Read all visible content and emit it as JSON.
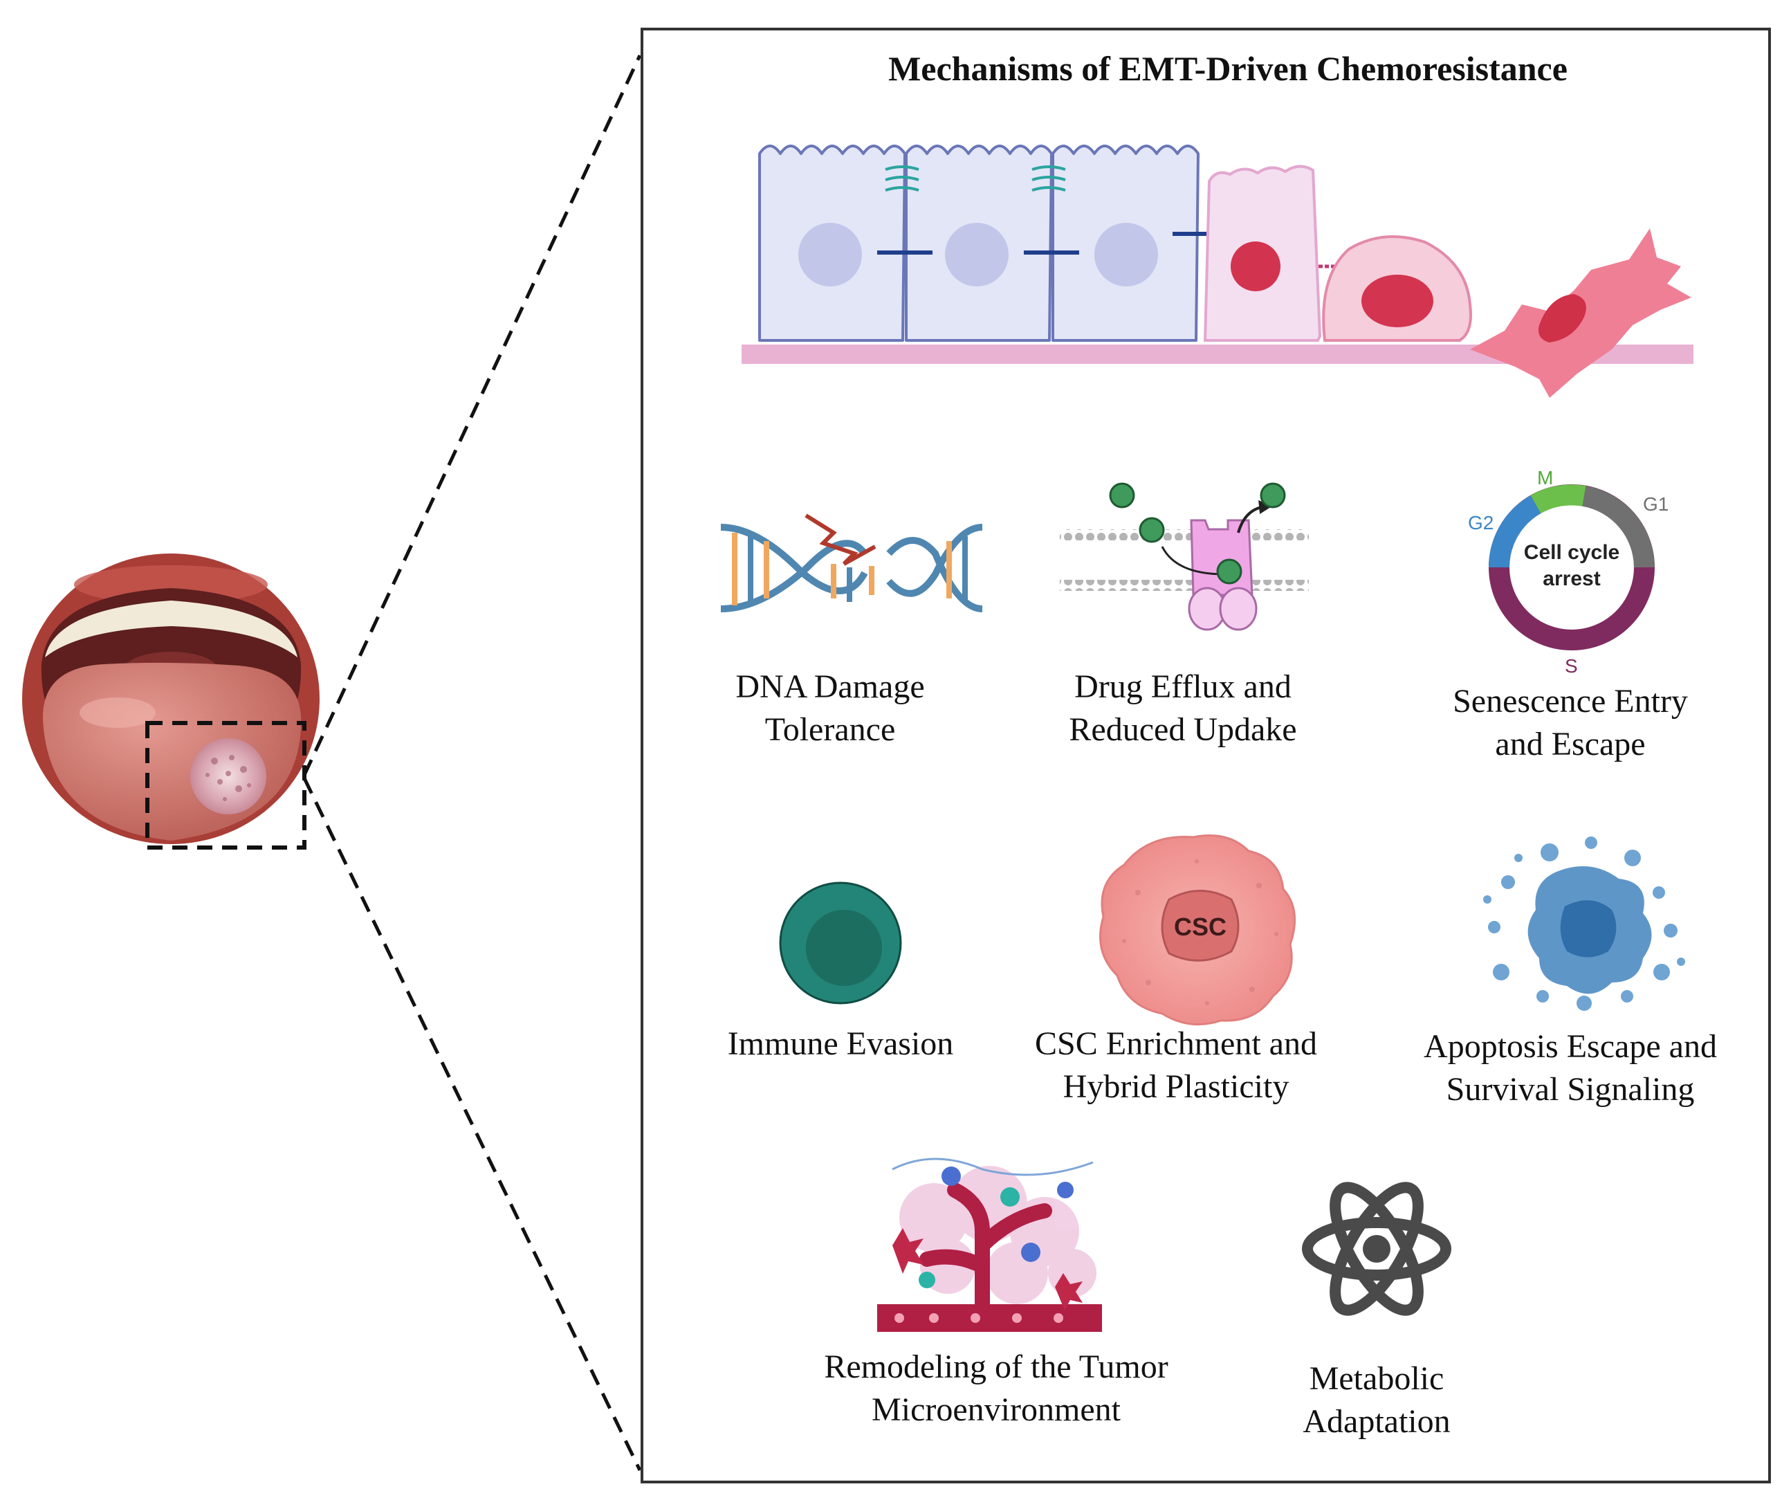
{
  "title": "Mechanisms of EMT-Driven Chemoresistance",
  "mechanisms": [
    {
      "line1": "DNA Damage",
      "line2": "Tolerance"
    },
    {
      "line1": "Drug Efflux and",
      "line2": "Reduced Updake"
    },
    {
      "line1": "Senescence Entry",
      "line2": "and Escape"
    },
    {
      "line1": "Immune Evasion",
      "line2": ""
    },
    {
      "line1": "CSC Enrichment and",
      "line2": "Hybrid Plasticity"
    },
    {
      "line1": "Apoptosis Escape and",
      "line2": "Survival Signaling"
    },
    {
      "line1": "Remodeling of the Tumor",
      "line2": "Microenvironment"
    },
    {
      "line1": "Metabolic",
      "line2": "Adaptation"
    }
  ],
  "cell_cycle": {
    "center_line1": "Cell cycle",
    "center_line2": "arrest",
    "m": "M",
    "g1": "G1",
    "g2": "G2",
    "s": "S"
  },
  "csc_label": "CSC",
  "colors": {
    "frame": "#333333",
    "epithelial": "#e3e6f6",
    "mesenchymal": "#ef7f95",
    "dna_blue": "#4f87b0",
    "dna_orange": "#f0a860",
    "immune": "#238577",
    "csc": "#f09a98",
    "apoptosis": "#5f96c8",
    "atom": "#4a4a4a",
    "lips": "#a93e37"
  }
}
